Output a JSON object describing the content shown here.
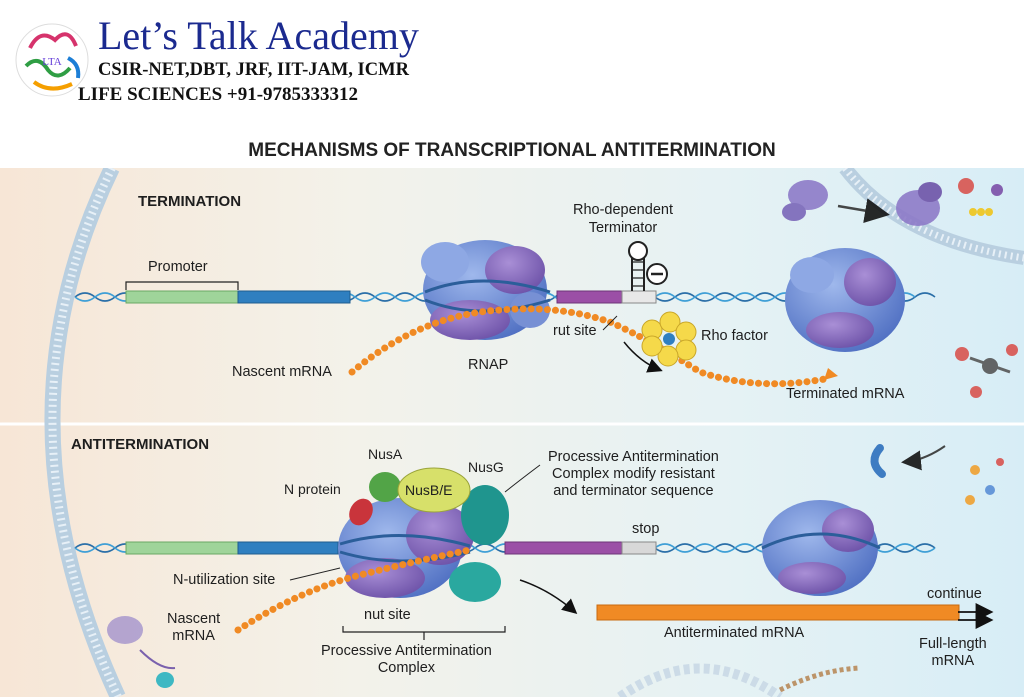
{
  "header": {
    "brand_title": "Let’s Talk Academy",
    "brand_line2": "CSIR-NET,DBT, JRF, IIT-JAM, ICMR",
    "brand_line3": "LIFE SCIENCES  +91-9785333312",
    "logo_text": "LTA"
  },
  "diagram": {
    "title": "MECHANISMS OF TRANSCRIPTIONAL ANTITERMINATION",
    "termination": {
      "heading": "TERMINATION",
      "promoter": "Promoter",
      "terminator": "Rho-dependent\nTerminator",
      "rut_site": "rut site",
      "rho_factor": "Rho factor",
      "nascent_mrna": "Nascent mRNA",
      "rnap": "RNAP",
      "terminated_mrna": "Terminated mRNA"
    },
    "antitermination": {
      "heading": "ANTITERMINATION",
      "nusa": "NusA",
      "nusbe": "NusB/E",
      "nusg": "NusG",
      "n_protein": "N protein",
      "complex_note": "Processive Antitermination\nComplex modify resistant\nand terminator sequence",
      "stop": "stop",
      "n_utilization_site": "N-utilization site",
      "nascent_mrna": "Nascent\nmRNA",
      "nut_site": "nut site",
      "complex_label": "Processive Antitermination\nComplex",
      "antiterminated_mrna": "Antiterminated mRNA",
      "continue": "continue",
      "full_length_mrna": "Full-length\nmRNA"
    }
  },
  "colors": {
    "brand_blue": "#1b2a8f",
    "promoter": "#9fd49a",
    "gene": "#2f7fc0",
    "terminator_region": "#9b4fa6",
    "mrna": "#f08a24",
    "rho": "#f5d94a",
    "rnap": "#6f8fd6",
    "nusa": "#52a447",
    "nusbe": "#d7e06a",
    "nusg": "#1f958e",
    "n_protein": "#c9343b"
  }
}
